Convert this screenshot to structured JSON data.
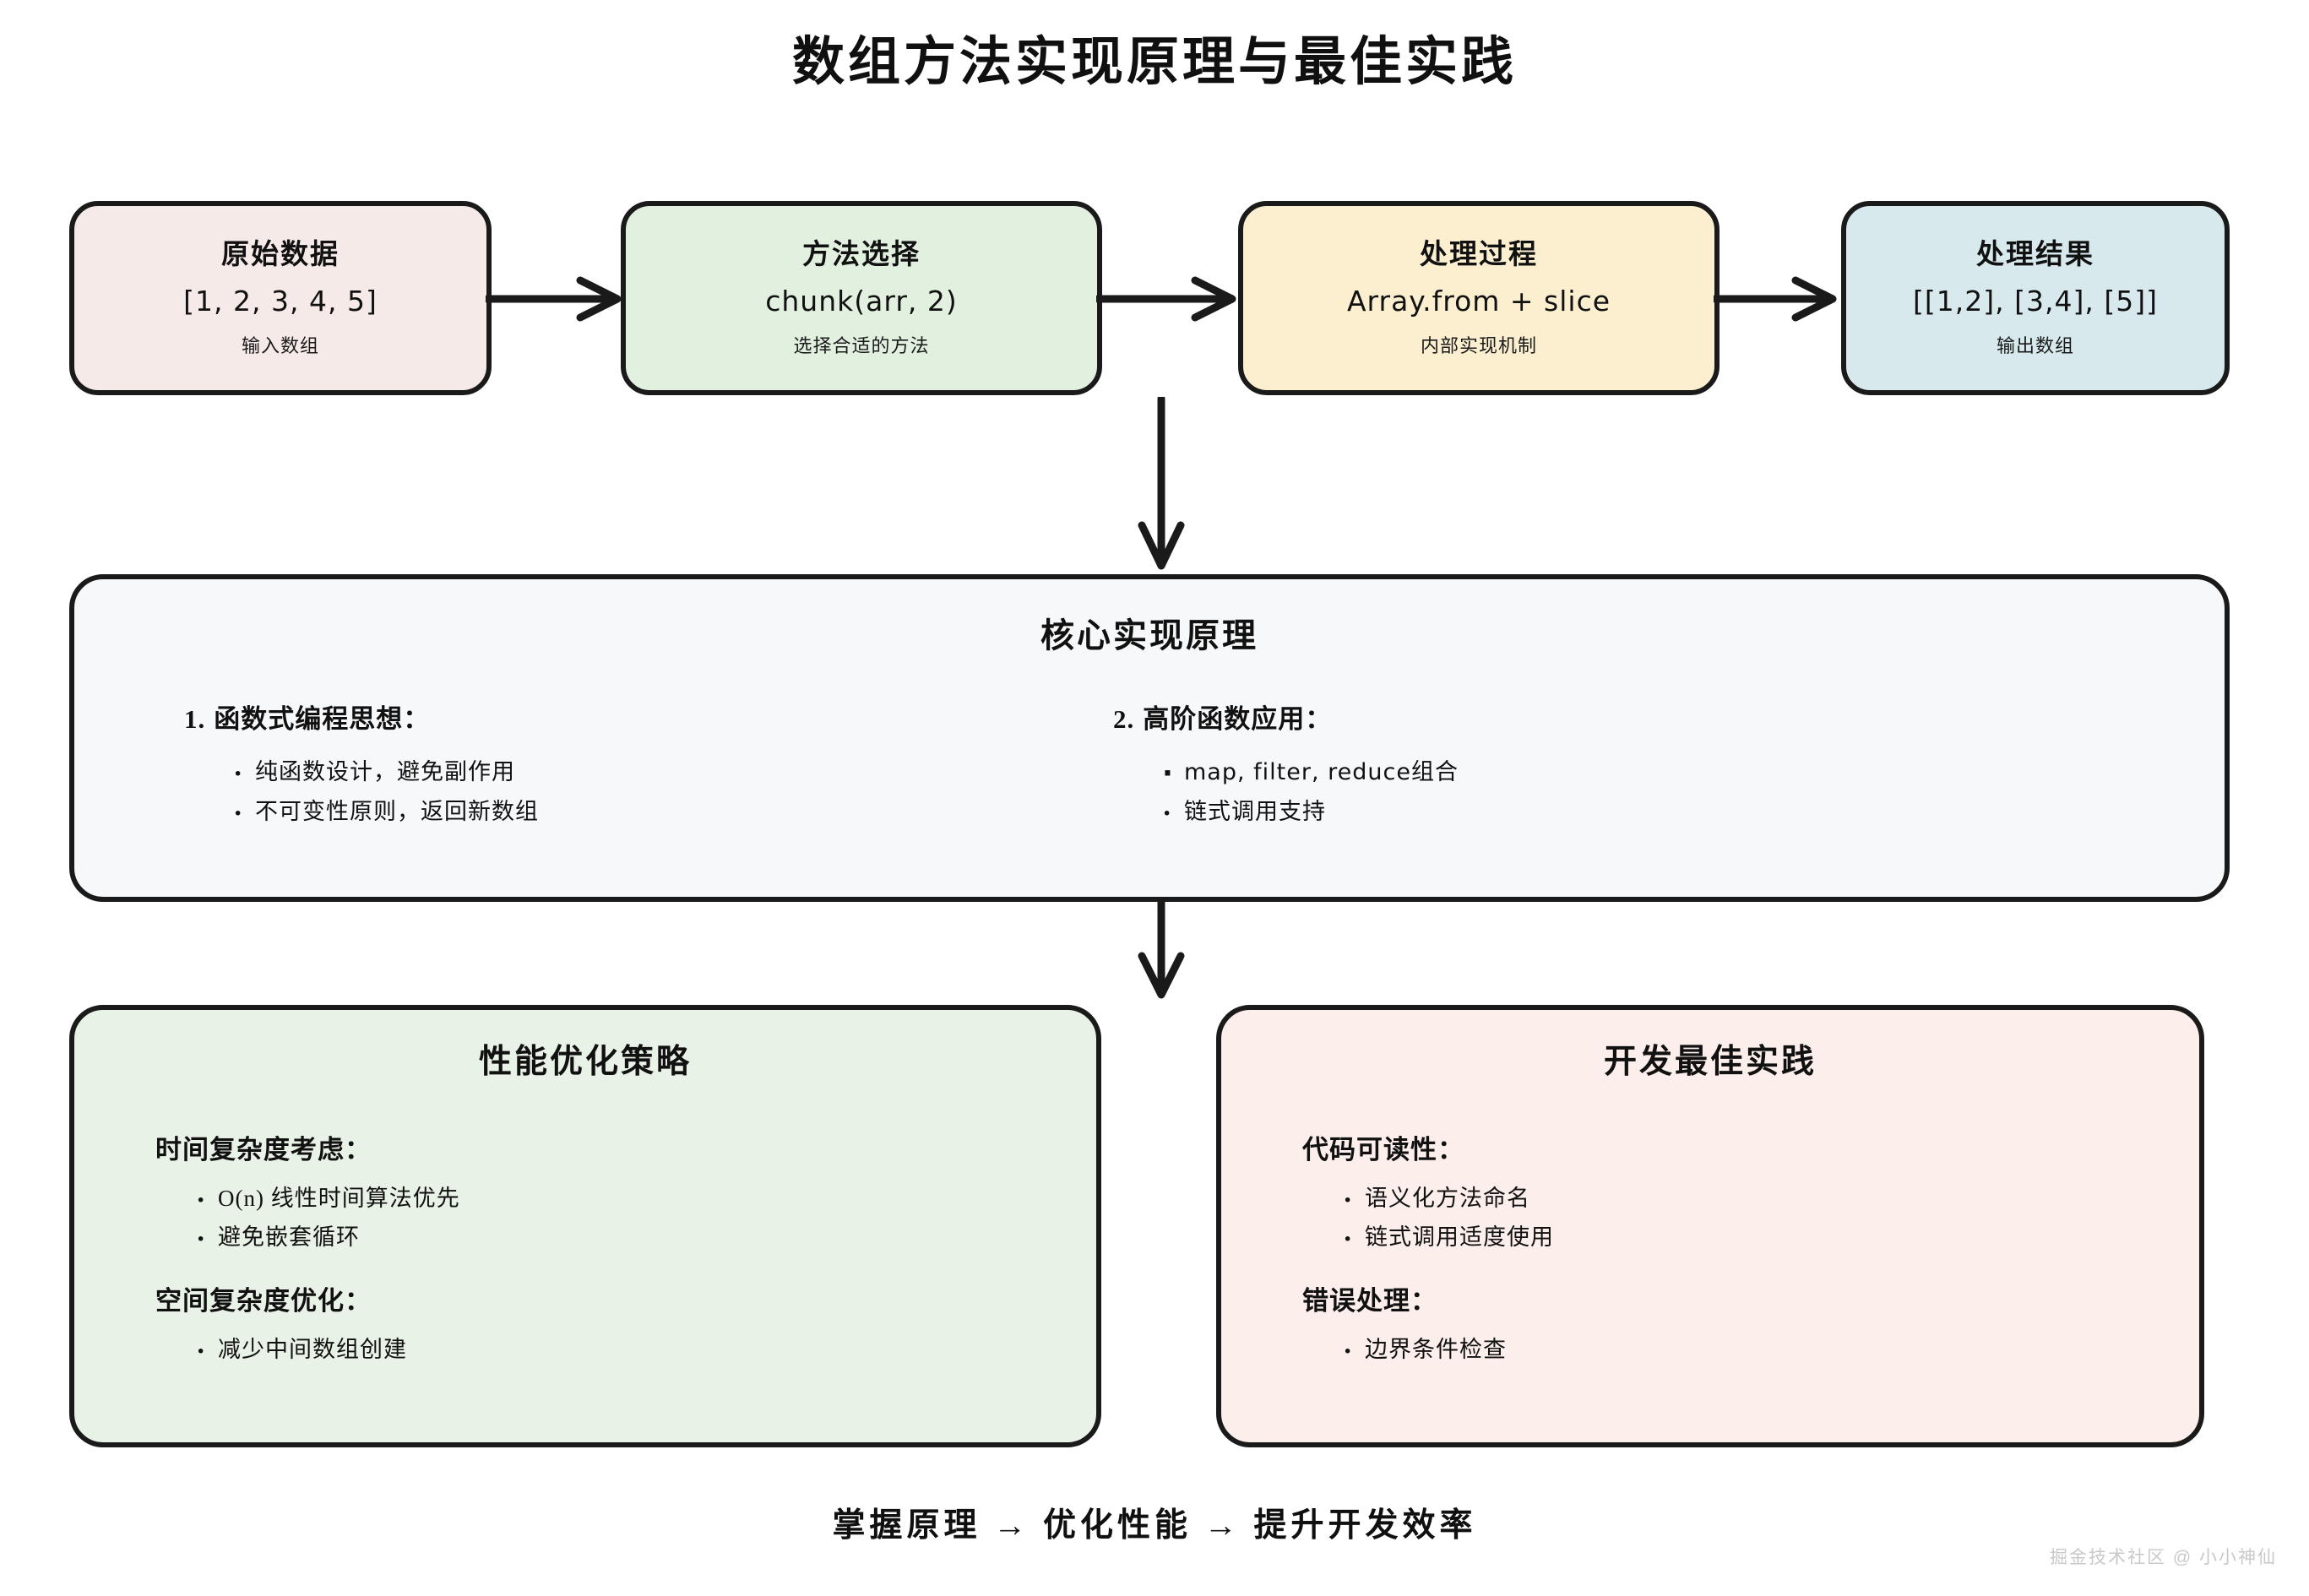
{
  "title": "数组方法实现原理与最佳实践",
  "flow": {
    "nodes": [
      {
        "heading": "原始数据",
        "code": "[1, 2, 3, 4, 5]",
        "caption": "输入数组",
        "color": "#f6eae8"
      },
      {
        "heading": "方法选择",
        "code": "chunk(arr, 2)",
        "caption": "选择合适的方法",
        "color": "#e2f0e0"
      },
      {
        "heading": "处理过程",
        "code": "Array.from + slice",
        "caption": "内部实现机制",
        "color": "#fbefd0"
      },
      {
        "heading": "处理结果",
        "code": "[[1,2], [3,4], [5]]",
        "caption": "输出数组",
        "color": "#d8e9ed"
      }
    ],
    "connector_icon": "arrow-right-icon",
    "down_connector_icon": "arrow-down-icon"
  },
  "core": {
    "title": "核心实现原理",
    "columns": [
      {
        "number": "1.",
        "heading": "函数式编程思想：",
        "items": [
          "纯函数设计，避免副作用",
          "不可变性原则，返回新数组"
        ]
      },
      {
        "number": "2.",
        "heading": "高阶函数应用：",
        "items": [
          "map, filter, reduce组合",
          "链式调用支持"
        ]
      }
    ],
    "background": "#f6f8fa"
  },
  "panels": [
    {
      "title": "性能优化策略",
      "background": "#e9f2e6",
      "groups": [
        {
          "heading": "时间复杂度考虑：",
          "items": [
            "O(n) 线性时间算法优先",
            "避免嵌套循环"
          ]
        },
        {
          "heading": "空间复杂度优化：",
          "items": [
            "减少中间数组创建"
          ]
        }
      ]
    },
    {
      "title": "开发最佳实践",
      "background": "#fbeeeb",
      "groups": [
        {
          "heading": "代码可读性：",
          "items": [
            "语义化方法命名",
            "链式调用适度使用"
          ]
        },
        {
          "heading": "错误处理：",
          "items": [
            "边界条件检查"
          ]
        }
      ]
    }
  ],
  "footer": "掌握原理 → 优化性能 → 提升开发效率",
  "watermark": "掘金技术社区 @ 小小神仙",
  "stroke_color": "#1a1a1a"
}
